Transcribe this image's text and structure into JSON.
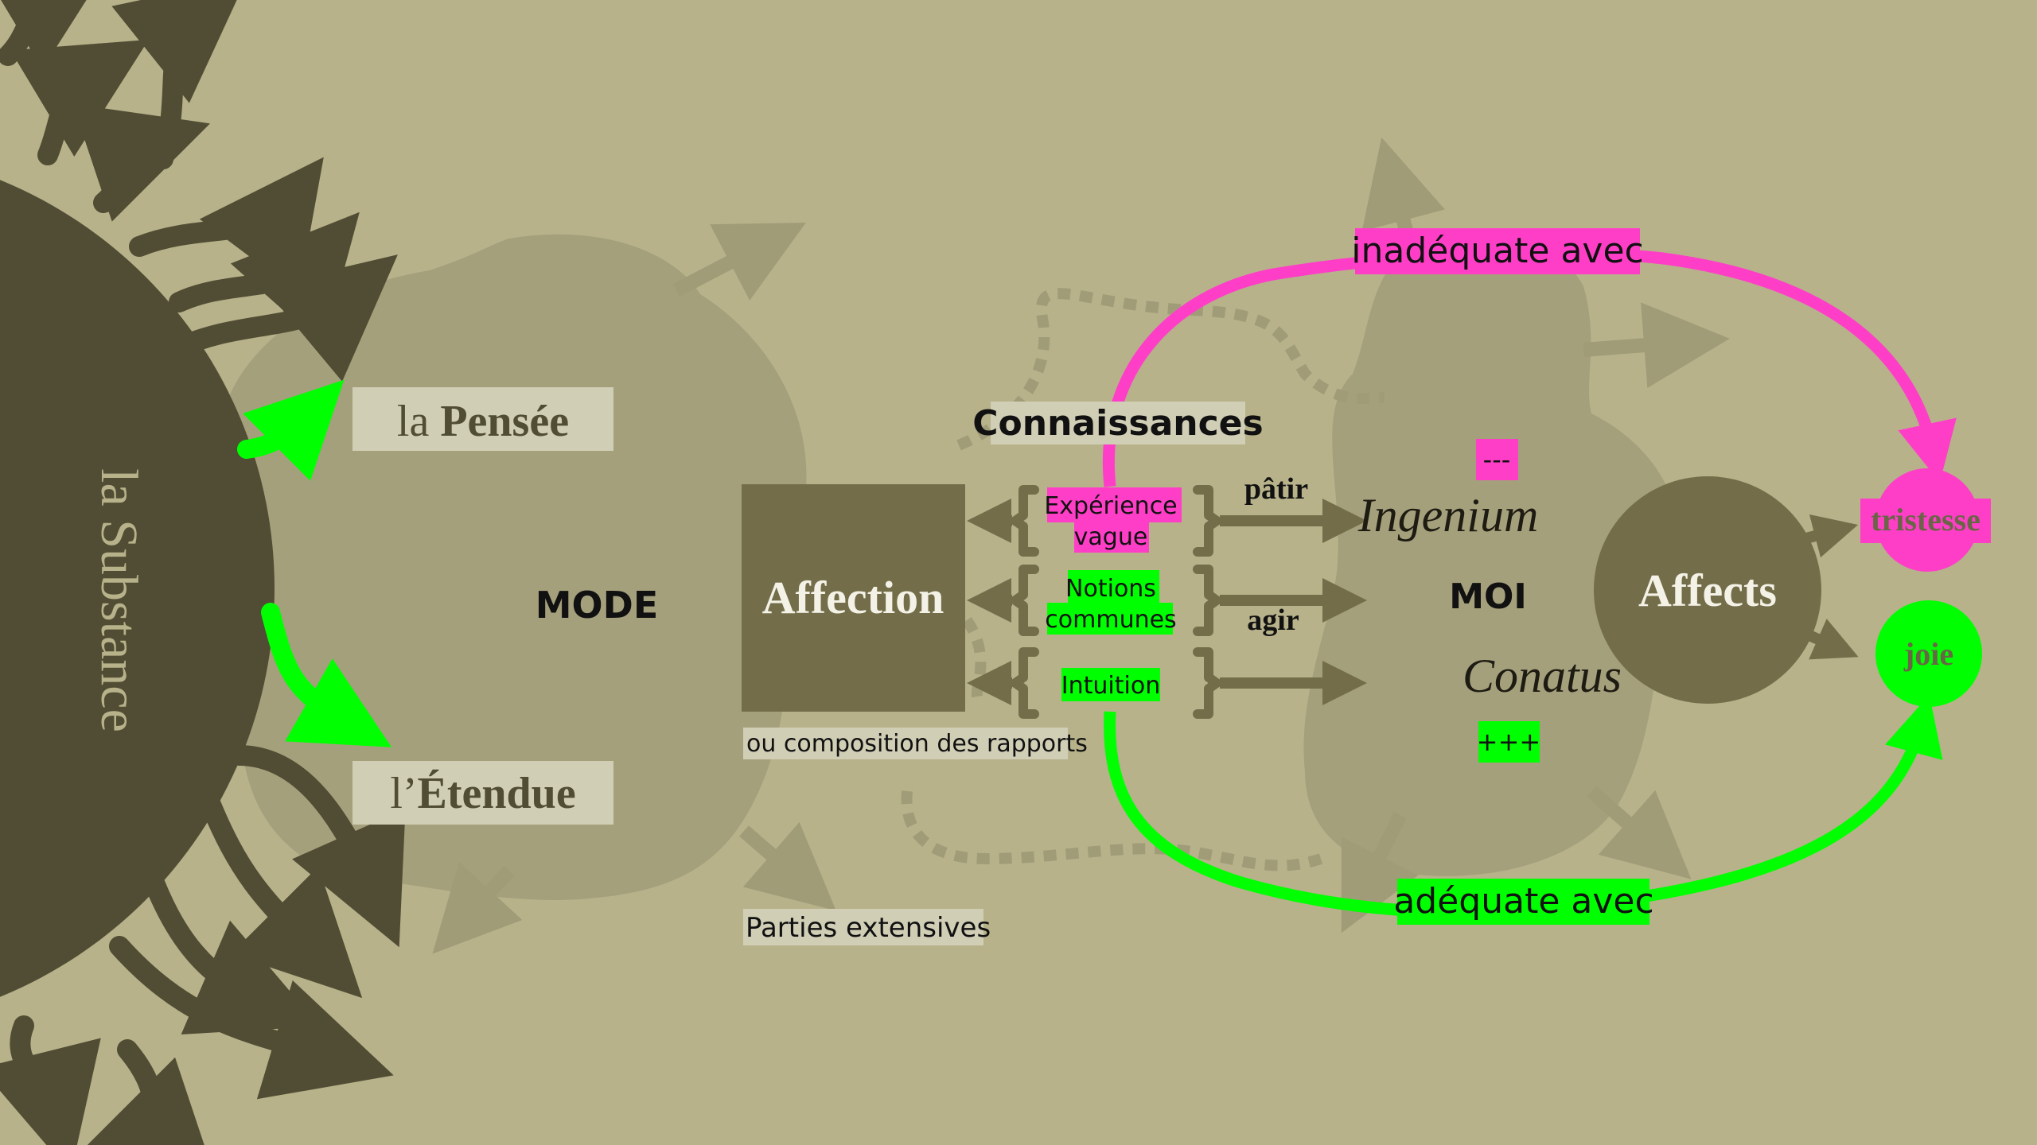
{
  "substance": {
    "label": "la Substance"
  },
  "attributes": {
    "pensee": {
      "prefix": "la ",
      "main": "Pensée"
    },
    "etendue": {
      "prefix": "l’",
      "main": "Étendue"
    }
  },
  "mode": {
    "label": "MODE"
  },
  "affection": {
    "label": "Affection",
    "caption": "ou composition des rapports"
  },
  "parties": {
    "label": "Parties extensives"
  },
  "connaissances": {
    "title": "Connaissances",
    "kinds": [
      {
        "line1": "Expérience",
        "line2": "vague"
      },
      {
        "line1": "Notions",
        "line2": "communes"
      },
      {
        "line1": "Intuition"
      }
    ]
  },
  "verbs": {
    "patir": "pâtir",
    "agir": "agir"
  },
  "moi": {
    "label": "MOI",
    "ingenium": "Ingenium",
    "conatus": "Conatus",
    "minus": "---",
    "plus": "+++"
  },
  "affects": {
    "label": "Affects"
  },
  "outcomes": {
    "tristesse": "tristesse",
    "joie": "joie"
  },
  "relations": {
    "inadequate": "inadéquate avec",
    "adequate": "adéquate avec"
  },
  "colors": {
    "background": "#b7b28a",
    "dark": "#514d34",
    "medium": "#736e49",
    "shape": "#a5a07c",
    "magenta": "#ff3ec8",
    "green": "#00ff00",
    "label_box": "#d1ceb6"
  },
  "icons": [
    "arrow-icon",
    "bracket-icon"
  ]
}
